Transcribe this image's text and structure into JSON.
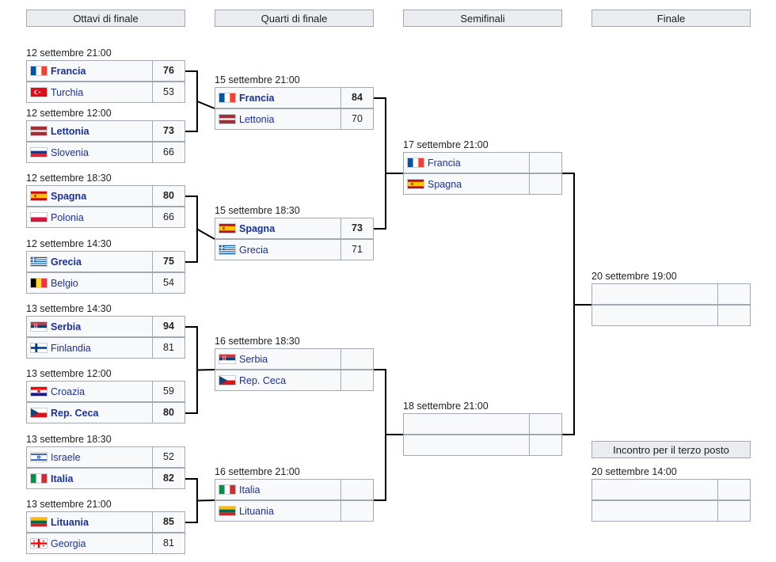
{
  "rounds": [
    "Ottavi di finale",
    "Quarti di finale",
    "Semifinali",
    "Finale"
  ],
  "third_place_title": "Incontro per il terzo posto",
  "round_of_16": [
    {
      "date": "12 settembre 21:00",
      "teams": [
        {
          "name": "Francia",
          "flag": "fr",
          "score": "76",
          "win": true
        },
        {
          "name": "Turchia",
          "flag": "tr",
          "score": "53",
          "win": false
        }
      ]
    },
    {
      "date": "12 settembre 12:00",
      "teams": [
        {
          "name": "Lettonia",
          "flag": "lv",
          "score": "73",
          "win": true
        },
        {
          "name": "Slovenia",
          "flag": "si",
          "score": "66",
          "win": false
        }
      ]
    },
    {
      "date": "12 settembre 18:30",
      "teams": [
        {
          "name": "Spagna",
          "flag": "es",
          "score": "80",
          "win": true
        },
        {
          "name": "Polonia",
          "flag": "pl",
          "score": "66",
          "win": false
        }
      ]
    },
    {
      "date": "12 settembre 14:30",
      "teams": [
        {
          "name": "Grecia",
          "flag": "gr",
          "score": "75",
          "win": true
        },
        {
          "name": "Belgio",
          "flag": "be",
          "score": "54",
          "win": false
        }
      ]
    },
    {
      "date": "13 settembre 14:30",
      "teams": [
        {
          "name": "Serbia",
          "flag": "rs",
          "score": "94",
          "win": true
        },
        {
          "name": "Finlandia",
          "flag": "fi",
          "score": "81",
          "win": false
        }
      ]
    },
    {
      "date": "13 settembre 12:00",
      "teams": [
        {
          "name": "Croazia",
          "flag": "hr",
          "score": "59",
          "win": false
        },
        {
          "name": "Rep. Ceca",
          "flag": "cz",
          "score": "80",
          "win": true
        }
      ]
    },
    {
      "date": "13 settembre 18:30",
      "teams": [
        {
          "name": "Israele",
          "flag": "il",
          "score": "52",
          "win": false
        },
        {
          "name": "Italia",
          "flag": "it",
          "score": "82",
          "win": true
        }
      ]
    },
    {
      "date": "13 settembre 21:00",
      "teams": [
        {
          "name": "Lituania",
          "flag": "lt",
          "score": "85",
          "win": true
        },
        {
          "name": "Georgia",
          "flag": "ge",
          "score": "81",
          "win": false
        }
      ]
    }
  ],
  "quarterfinals": [
    {
      "date": "15 settembre 21:00",
      "teams": [
        {
          "name": "Francia",
          "flag": "fr",
          "score": "84",
          "win": true
        },
        {
          "name": "Lettonia",
          "flag": "lv",
          "score": "70",
          "win": false
        }
      ]
    },
    {
      "date": "15 settembre 18:30",
      "teams": [
        {
          "name": "Spagna",
          "flag": "es",
          "score": "73",
          "win": true
        },
        {
          "name": "Grecia",
          "flag": "gr",
          "score": "71",
          "win": false
        }
      ]
    },
    {
      "date": "16 settembre 18:30",
      "teams": [
        {
          "name": "Serbia",
          "flag": "rs",
          "score": "",
          "win": false
        },
        {
          "name": "Rep. Ceca",
          "flag": "cz",
          "score": "",
          "win": false
        }
      ]
    },
    {
      "date": "16 settembre 21:00",
      "teams": [
        {
          "name": "Italia",
          "flag": "it",
          "score": "",
          "win": false
        },
        {
          "name": "Lituania",
          "flag": "lt",
          "score": "",
          "win": false
        }
      ]
    }
  ],
  "semifinals": [
    {
      "date": "17 settembre 21:00",
      "teams": [
        {
          "name": "Francia",
          "flag": "fr",
          "score": "",
          "win": false
        },
        {
          "name": "Spagna",
          "flag": "es",
          "score": "",
          "win": false
        }
      ]
    },
    {
      "date": "18 settembre 21:00",
      "teams": [
        {
          "name": "",
          "flag": "",
          "score": "",
          "win": false
        },
        {
          "name": "",
          "flag": "",
          "score": "",
          "win": false
        }
      ]
    }
  ],
  "final": {
    "date": "20 settembre 19:00",
    "teams": [
      {
        "name": "",
        "flag": "",
        "score": "",
        "win": false
      },
      {
        "name": "",
        "flag": "",
        "score": "",
        "win": false
      }
    ]
  },
  "third_place": {
    "date": "20 settembre 14:00",
    "teams": [
      {
        "name": "",
        "flag": "",
        "score": "",
        "win": false
      },
      {
        "name": "",
        "flag": "",
        "score": "",
        "win": false
      }
    ]
  },
  "colors": {
    "header_bg": "#eaecf0",
    "row_bg": "#f8f9fa",
    "border": "#a2a9b1",
    "link": "#1a2fa0",
    "line": "#000000"
  }
}
